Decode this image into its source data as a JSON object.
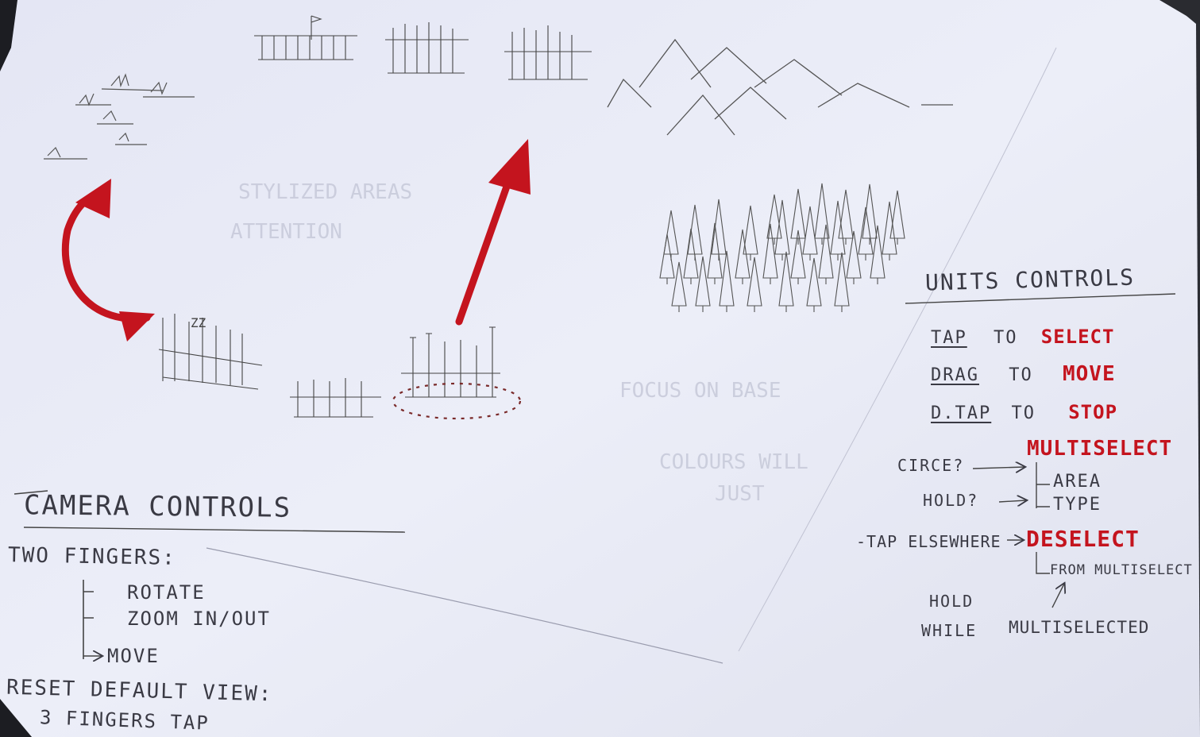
{
  "camera": {
    "title": "CAMERA CONTROLS",
    "two_fingers": "TWO FINGERS:",
    "rotate": "ROTATE",
    "zoom": "ZOOM IN/OUT",
    "move": "MOVE",
    "reset": "RESET DEFAULT VIEW:",
    "reset_action": "3 FINGERS TAP"
  },
  "units": {
    "title": "UNITS CONTROLS",
    "tap_gesture": "TAP",
    "tap_to": "TO",
    "tap_action": "SELECT",
    "drag_gesture": "DRAG",
    "drag_to": "TO",
    "drag_action": "MOVE",
    "dtap_gesture": "D.TAP",
    "dtap_to": "TO",
    "dtap_action": "STOP",
    "circle": "CIRCE?",
    "hold": "HOLD?",
    "multiselect": "MULTISELECT",
    "area": "AREA",
    "type": "TYPE",
    "tap_elsewhere": "-TAP ELSEWHERE",
    "deselect": "DESELECT",
    "from_multiselect": "FROM MULTISELECT",
    "hold_while_1": "HOLD",
    "hold_while_2": "WHILE",
    "multiselected": "MULTISELECTED"
  },
  "colors": {
    "paper": "#e9ebf6",
    "pencil": "#3a3a44",
    "marker_red": "#c4141e"
  }
}
